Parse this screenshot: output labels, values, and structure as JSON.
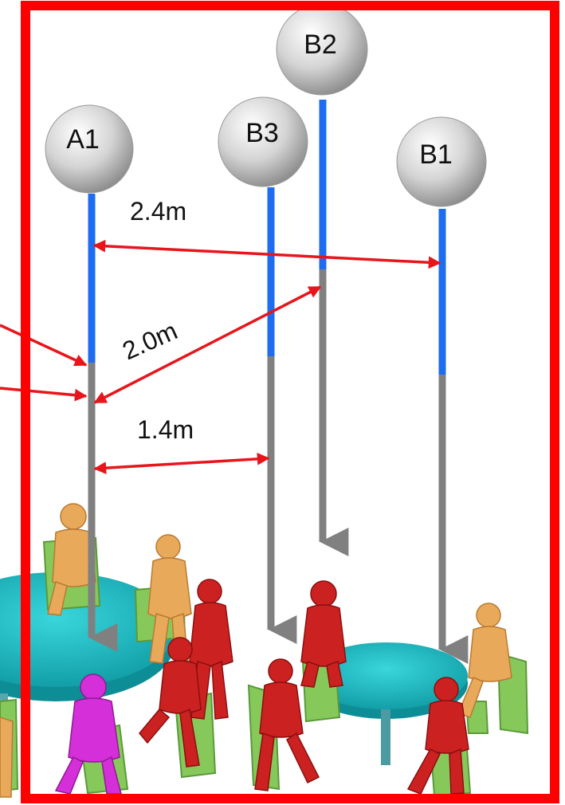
{
  "diagram": {
    "sources": [
      {
        "label": "A1"
      },
      {
        "label": "B2"
      },
      {
        "label": "B3"
      },
      {
        "label": "B1"
      }
    ],
    "distances": [
      {
        "label": "2.4m"
      },
      {
        "label": "2.0m"
      },
      {
        "label": "1.4m"
      }
    ]
  },
  "colors": {
    "frame": "#ff0000",
    "upper_stem": "#1e6cf0",
    "lower_stem": "#808080",
    "dimension_arrow": "#e8151b",
    "table": "#17b8c0",
    "seated_figure": "#e8a95a",
    "highlight_figure": "#cc2121",
    "target_figure": "#d42fd8",
    "chair": "#86c95a",
    "sphere": "#d9d9d9"
  }
}
